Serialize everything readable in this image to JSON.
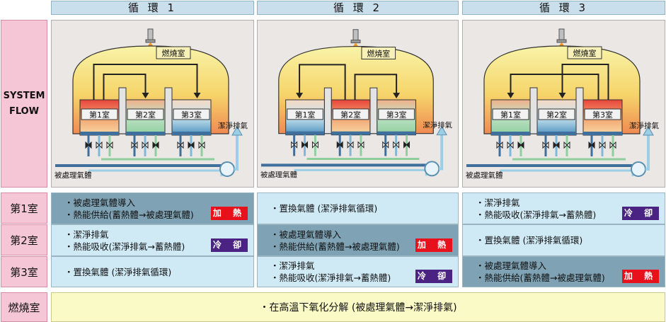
{
  "headers": [
    "循 環 1",
    "循 環 2",
    "循 環 3"
  ],
  "side_labels": {
    "system_flow_line1": "SYSTEM",
    "system_flow_line2": "FLOW",
    "room1": "第1室",
    "room2": "第2室",
    "room3": "第3室",
    "combustion": "燃燒室"
  },
  "diagram_labels": {
    "combustion_room": "燃燒室",
    "room1": "第1室",
    "room2": "第2室",
    "room3": "第3室",
    "clean_exhaust": "潔淨排氣",
    "treated_gas": "被處理氣體"
  },
  "texts": {
    "feed_1": "・被處理氣體導入",
    "feed_2": "・熱能供給(蓄熱體→被處理氣體)",
    "exhaust_1": "・潔淨排氣",
    "exhaust_2": "・熱能吸收(潔淨排氣→蓄熱體)",
    "purge": "・置換氣體 (潔淨排氣循環)",
    "heat": "加 熱",
    "cool": "冷 卻",
    "combustion_desc": "・在高溫下氧化分解 (被處理氣體→潔淨排氣)"
  },
  "colors": {
    "heat_badge": "#e8111b",
    "cool_badge": "#4b2382",
    "header_bg": "#c9e0ec",
    "side_bg": "#f5c6d6",
    "band_light": "#cfe9f5",
    "band_dark": "#7fa3b5",
    "combustion_bg": "#fafac6"
  }
}
